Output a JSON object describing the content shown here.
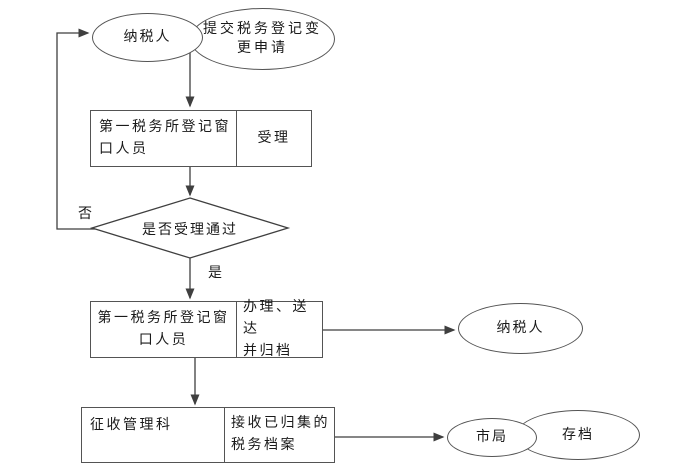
{
  "colors": {
    "line": "#3f3f3f",
    "border": "#545454",
    "text": "#1a1a1a",
    "background": "#ffffff"
  },
  "nodes": {
    "taxpayer_start": {
      "label": "纳税人"
    },
    "submit_application": {
      "line1": "提交税务登记变",
      "line2": "更申请"
    },
    "accept_step": {
      "actor_line1": "第一税务所登记窗",
      "actor_line2": "口人员",
      "action": "受理"
    },
    "decision": {
      "label": "是否受理通过"
    },
    "branch_no": {
      "label": "否"
    },
    "branch_yes": {
      "label": "是"
    },
    "process_step": {
      "actor_line1": "第一税务所登记窗",
      "actor_line2": "口人员",
      "action_line1": "办理、送达",
      "action_line2": "并归档"
    },
    "taxpayer_end": {
      "label": "纳税人"
    },
    "archive_step": {
      "actor": "征收管理科",
      "action_line1": "接收已归集的",
      "action_line2": "税务档案"
    },
    "city_bureau": {
      "label": "市局"
    },
    "archive": {
      "label": "存档"
    }
  }
}
